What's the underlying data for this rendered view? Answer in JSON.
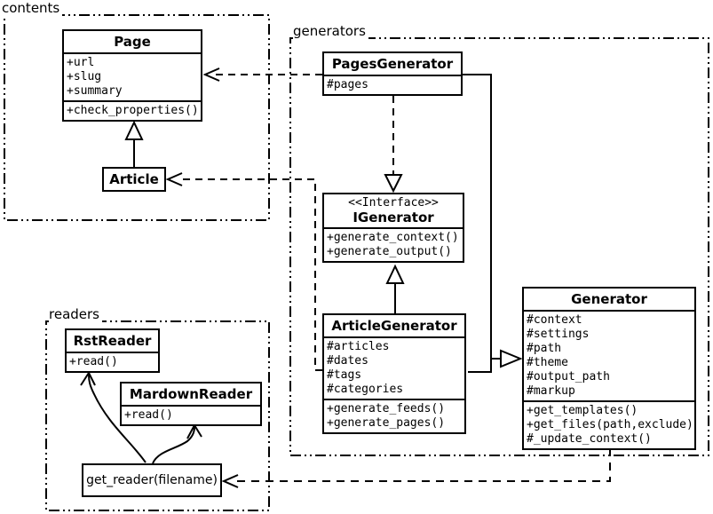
{
  "packages": {
    "contents": {
      "label": "contents"
    },
    "generators": {
      "label": "generators"
    },
    "readers": {
      "label": "readers"
    }
  },
  "classes": {
    "page": {
      "name": "Page",
      "attributes": [
        "+url",
        "+slug",
        "+summary"
      ],
      "methods": [
        "+check_properties()"
      ]
    },
    "article": {
      "name": "Article"
    },
    "pages_generator": {
      "name": "PagesGenerator",
      "attributes": [
        "#pages"
      ]
    },
    "igenerator": {
      "stereotype": "<<Interface>>",
      "name": "IGenerator",
      "methods": [
        "+generate_context()",
        "+generate_output()"
      ]
    },
    "article_generator": {
      "name": "ArticleGenerator",
      "attributes": [
        "#articles",
        "#dates",
        "#tags",
        "#categories"
      ],
      "methods": [
        "+generate_feeds()",
        "+generate_pages()"
      ]
    },
    "generator": {
      "name": "Generator",
      "attributes": [
        "#context",
        "#settings",
        "#path",
        "#theme",
        "#output_path",
        "#markup"
      ],
      "methods": [
        "+get_templates()",
        "+get_files(path,exclude)",
        "#_update_context()"
      ]
    },
    "rst_reader": {
      "name": "RstReader",
      "methods": [
        "+read()"
      ]
    },
    "mardown_reader": {
      "name": "MardownReader",
      "methods": [
        "+read()"
      ]
    },
    "get_reader": {
      "name": "get_reader(filename)"
    }
  },
  "relationships": [
    "Article --|> Page",
    "PagesGenerator ..> Page",
    "PagesGenerator ..|> IGenerator",
    "ArticleGenerator --|> IGenerator",
    "PagesGenerator --|> Generator",
    "ArticleGenerator --|> Generator",
    "ArticleGenerator ..> Article",
    "Generator ..> get_reader(filename)",
    "get_reader -> RstReader",
    "get_reader -> MardownReader"
  ],
  "colors": {
    "line": "#000000",
    "background": "#ffffff"
  }
}
